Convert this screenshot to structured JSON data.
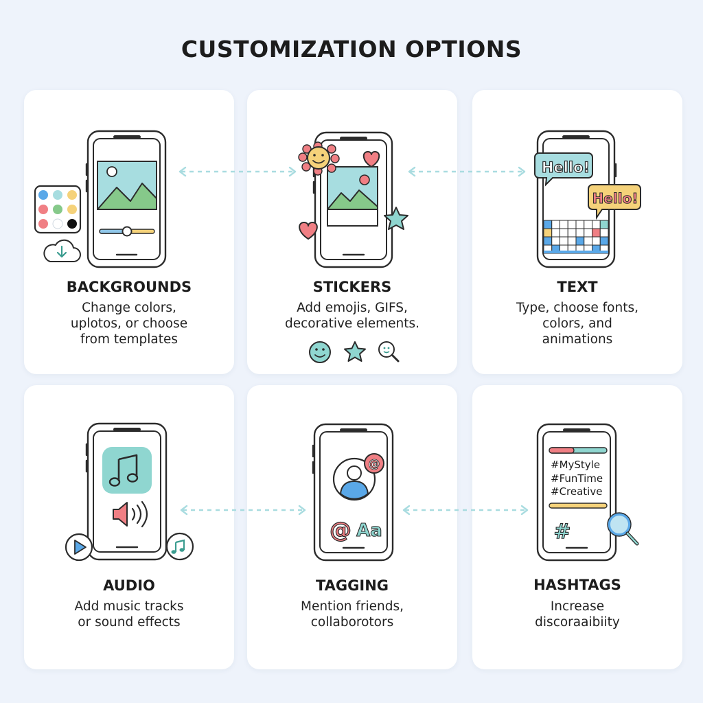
{
  "title": "CUSTOMIZATION OPTIONS",
  "cards": [
    {
      "title": "BACKGROUNDS",
      "desc": "Change colors,\nuplotos, or choose\nfrom templates"
    },
    {
      "title": "STICKERS",
      "desc": "Add emojis, GIFS,\ndecorative elements."
    },
    {
      "title": "TEXT",
      "desc": "Type, choose fonts,\ncolors, and\nanimations"
    },
    {
      "title": "AUDIO",
      "desc": "Add music tracks\nor sound effects"
    },
    {
      "title": "TAGGING",
      "desc": "Mention friends,\ncollaborotors"
    },
    {
      "title": "HASHTAGS",
      "desc": "Increase\ndiscoraaibiity"
    }
  ],
  "text_bubbles": [
    "Hello!",
    "Hello!"
  ],
  "tagging_glyphs": {
    "at": "@",
    "font": "Aa",
    "mention": "@"
  },
  "hashtags": [
    "#MyStyle",
    "#FunTime",
    "#Creative"
  ],
  "hash_symbol": "#",
  "colors": {
    "background": "#eef3fb",
    "card": "#ffffff",
    "teal": "#8fd6d0",
    "green": "#86c98a",
    "pink": "#f07f84",
    "yellow": "#f5d27a",
    "blue": "#5aa8e8",
    "dashed_arrow": "#a9dce0"
  }
}
